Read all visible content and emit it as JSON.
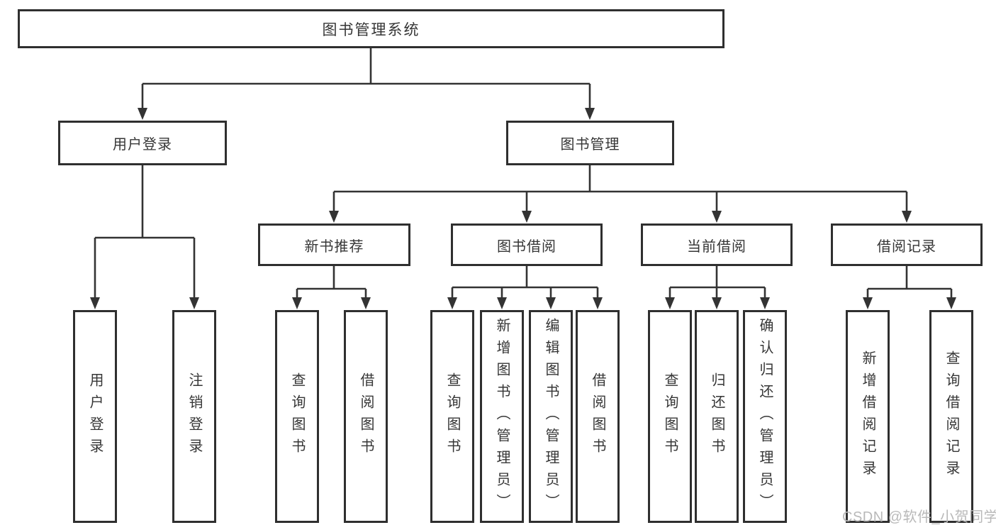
{
  "diagram": {
    "root": {
      "label": "图书管理系统",
      "children": [
        {
          "label": "用户登录",
          "children": [
            {
              "label": "用户登录"
            },
            {
              "label": "注销登录"
            }
          ]
        },
        {
          "label": "图书管理",
          "children": [
            {
              "label": "新书推荐",
              "children": [
                {
                  "label": "查询图书"
                },
                {
                  "label": "借阅图书"
                }
              ]
            },
            {
              "label": "图书借阅",
              "children": [
                {
                  "label": "查询图书"
                },
                {
                  "label": "新增图书（管理员）"
                },
                {
                  "label": "编辑图书（管理员）"
                },
                {
                  "label": "借阅图书"
                }
              ]
            },
            {
              "label": "当前借阅",
              "children": [
                {
                  "label": "查询图书"
                },
                {
                  "label": "归还图书"
                },
                {
                  "label": "确认归还（管理员）"
                }
              ]
            },
            {
              "label": "借阅记录",
              "children": [
                {
                  "label": "新增借阅记录"
                },
                {
                  "label": "查询借阅记录"
                }
              ]
            }
          ]
        }
      ]
    },
    "watermark": "CSDN @软件_小贺同学",
    "colors": {
      "line": "#333333",
      "border": "#2f2f2f",
      "text": "#363636",
      "watermark": "#b9b9b9"
    }
  }
}
